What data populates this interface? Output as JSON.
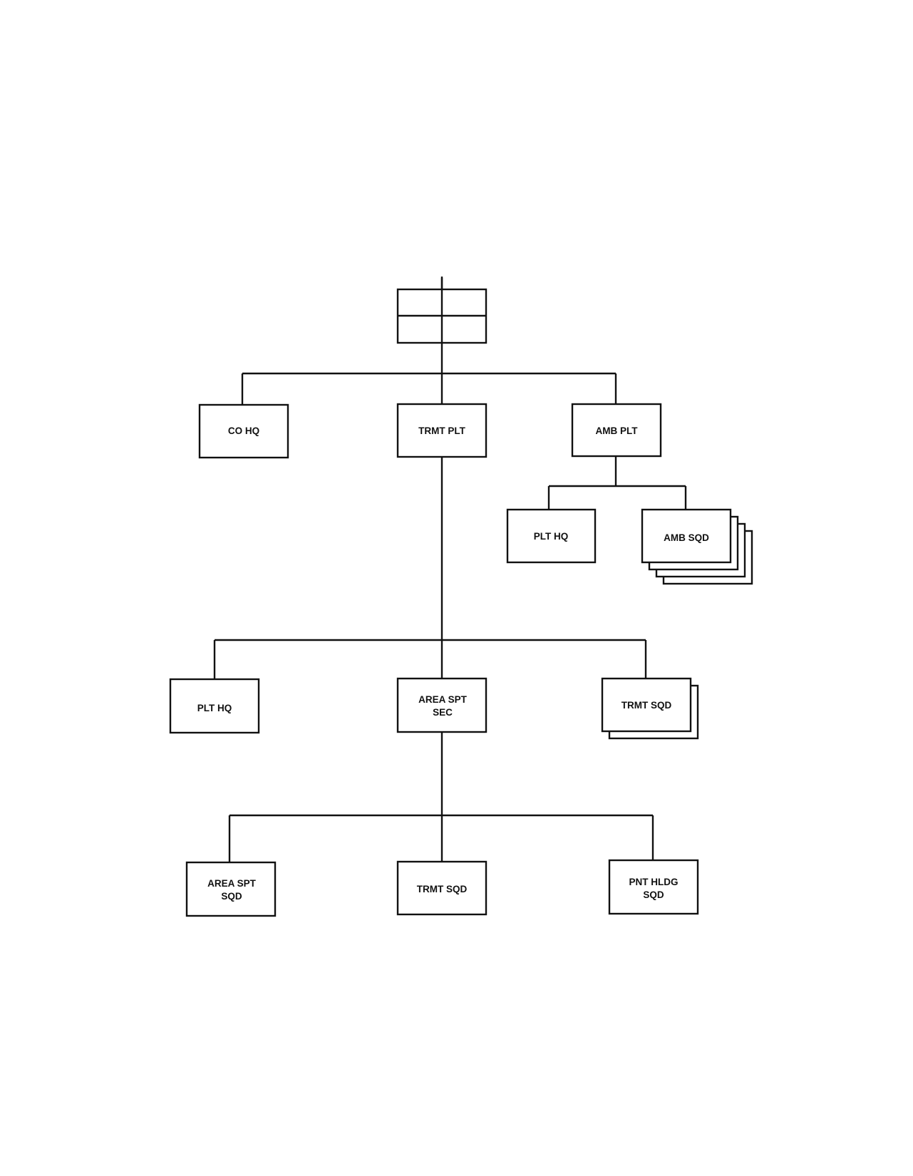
{
  "org_chart": {
    "top_symbol": "",
    "nodes": {
      "co_hq": "CO HQ",
      "trmt_plt": "TRMT PLT",
      "amb_plt": "AMB PLT",
      "amb_plt_hq": "PLT HQ",
      "amb_sqd": "AMB SQD",
      "trmt_plt_hq": "PLT HQ",
      "area_spt_sec_l1": "AREA SPT",
      "area_spt_sec_l2": "SEC",
      "trmt_sqd_stack": "TRMT SQD",
      "area_spt_sqd_l1": "AREA SPT",
      "area_spt_sqd_l2": "SQD",
      "trmt_sqd": "TRMT SQD",
      "pnt_hldg_sqd_l1": "PNT HLDG",
      "pnt_hldg_sqd_l2": "SQD"
    },
    "stack_counts": {
      "amb_sqd": 4,
      "trmt_sqd_stack": 2
    }
  }
}
